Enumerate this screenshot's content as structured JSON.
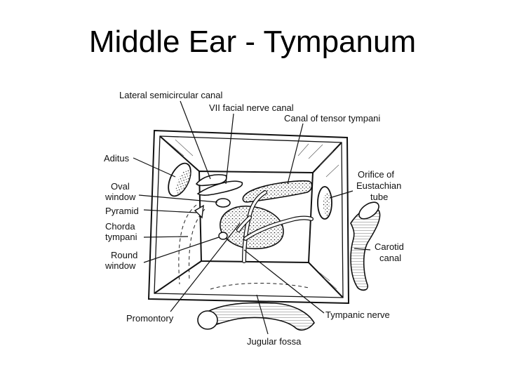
{
  "slide": {
    "title": "Middle Ear - Tympanum"
  },
  "diagram": {
    "labels": {
      "lateral_semicircular_canal": "Lateral semicircular canal",
      "vii_facial_nerve_canal": "VII facial nerve canal",
      "canal_of_tensor_tympani": "Canal of tensor tympani",
      "aditus": "Aditus",
      "orifice_line1": "Orifice of",
      "orifice_line2": "Eustachian",
      "orifice_line3": "tube",
      "oval_line1": "Oval",
      "oval_line2": "window",
      "pyramid": "Pyramid",
      "chorda_line1": "Chorda",
      "chorda_line2": "tympani",
      "round_line1": "Round",
      "round_line2": "window",
      "carotid_line1": "Carotid",
      "carotid_line2": "canal",
      "promontory": "Promontory",
      "tympanic_nerve": "Tympanic nerve",
      "jugular_fossa": "Jugular fossa"
    }
  }
}
